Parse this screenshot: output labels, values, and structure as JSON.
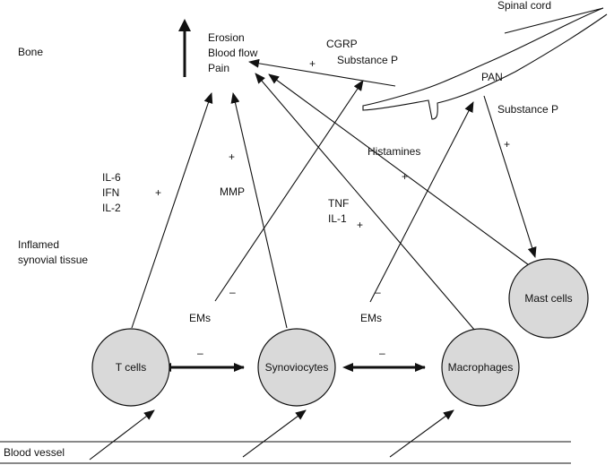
{
  "regions": {
    "bone": "Bone",
    "inflamed_1": "Inflamed",
    "inflamed_2": "synovial tissue",
    "blood_vessel": "Blood vessel",
    "spinal_cord": "Spinal cord"
  },
  "outcomes": {
    "erosion": "Erosion",
    "blood_flow": "Blood flow",
    "pain": "Pain"
  },
  "cells": {
    "t_cells": "T cells",
    "synoviocytes": "Synoviocytes",
    "macrophages": "Macrophages",
    "mast_cells": "Mast cells"
  },
  "mediators": {
    "cgrp": "CGRP",
    "substance_p_top": "Substance P",
    "pan": "PAN",
    "substance_p_right": "Substance P",
    "histamines": "Histamines",
    "il6": "IL-6",
    "ifn": "IFN",
    "il2": "IL-2",
    "mmp": "MMP",
    "tnf": "TNF",
    "il1": "IL-1",
    "ems_left": "EMs",
    "ems_right": "EMs"
  },
  "signs": {
    "plus_cgrp": "+",
    "plus_il": "+",
    "plus_mmp": "+",
    "plus_hist": "+",
    "plus_tnf": "+",
    "plus_subp": "+",
    "minus_ems_left": "–",
    "minus_ems_right": "–",
    "minus_ts": "–",
    "minus_sm": "–"
  },
  "colors": {
    "cell_fill": "#d9d9d9",
    "ink": "#111111"
  }
}
